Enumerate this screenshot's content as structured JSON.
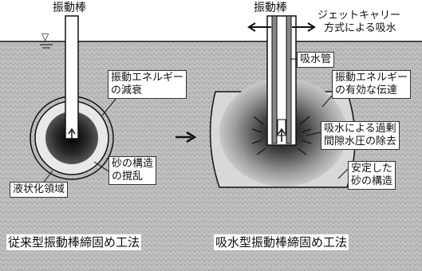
{
  "labels": {
    "rod_left": "振動棒",
    "rod_right": "振動棒",
    "jet_carrier": "ジェットキャリー",
    "jet_method": "方式による吸水",
    "suction_pipe": "吸水管",
    "attenuation_1": "振動エネルギー",
    "attenuation_2": "の減衰",
    "effective_1": "振動エネルギー",
    "effective_2": "の有効な伝達",
    "disturbance_1": "砂の構造",
    "disturbance_2": "の撹乱",
    "liquefied_zone": "液状化領域",
    "pore_pressure_1": "吸水による過剰",
    "pore_pressure_2": "間隙水圧の除去",
    "stable_1": "安定した",
    "stable_2": "砂の構造",
    "method_conventional": "従来型振動棒締固め工法",
    "method_suction": "吸水型振動棒締固め工法",
    "water_level_symbol": "▽"
  },
  "colors": {
    "ground": "#bdbdbd",
    "ground_dark": "#8f8f8f",
    "sky": "#ffffff",
    "ink": "#111111",
    "zone_core": "#1a1a1a",
    "zone_ring": "#e8e8e8"
  }
}
